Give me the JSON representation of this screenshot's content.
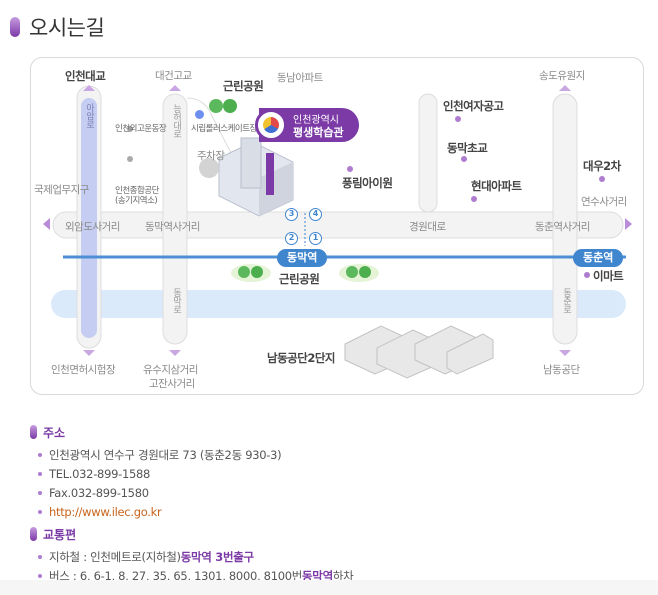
{
  "page": {
    "title": "오시는길"
  },
  "map": {
    "roads": {
      "top_north": [
        "인천대교",
        "대건고교",
        "근린공원",
        "동남아파트",
        "송도유원지"
      ],
      "bottom_south": [
        "인천면허시험장",
        "유수지삼거리",
        "고잔사거리",
        "남동공단"
      ],
      "horizontal": [
        "외암도사거리",
        "동막역사거리",
        "경원대로",
        "동춘역사거리"
      ],
      "vertical_labels": [
        "아암로",
        "능허대로",
        "동막로",
        "동춘로"
      ]
    },
    "places": {
      "industrial_zone": "국제업무지구",
      "school_left": "인천외고운동장",
      "gas_station": "인천종합공단(송기지역소)",
      "skate": "시립롤러스케이트장",
      "parking": "주차장",
      "girls_high": "인천여자공고",
      "elem": "동막초교",
      "apartment": "현대아파트",
      "daewoo": "대우2차",
      "yeonsu": "연수사거리",
      "pungrim": "풍림아이원",
      "park2": "근린공원",
      "emart": "이마트",
      "complex": "남동공단2단지"
    },
    "building": {
      "line1": "인천광역시",
      "line2": "평생학습관"
    },
    "stations": {
      "main": "동막역",
      "east": "동춘역"
    },
    "exits": [
      "3",
      "4",
      "2",
      "1"
    ],
    "colors": {
      "accent": "#7b3aa6",
      "subway": "#3f86cf",
      "river": "#dbeafb",
      "road": "#f3f3f3"
    }
  },
  "info": {
    "address": {
      "heading": "주소",
      "street": "인천광역시 연수구 경원대로 73 (동춘2동 930-3)",
      "tel": "TEL.032-899-1588",
      "fax": "Fax.032-899-1580",
      "url": "http://www.ilec.go.kr"
    },
    "transport": {
      "heading": "교통편",
      "subway_prefix": "지하철 : 인천메트로(지하철) ",
      "subway_highlight": "동막역 3번출구",
      "bus_prefix": "버스 : 6, 6-1, 8, 27, 35, 65, 1301, 8000, 8100번 ",
      "bus_highlight": "동막역",
      "bus_suffix": " 하차"
    }
  }
}
